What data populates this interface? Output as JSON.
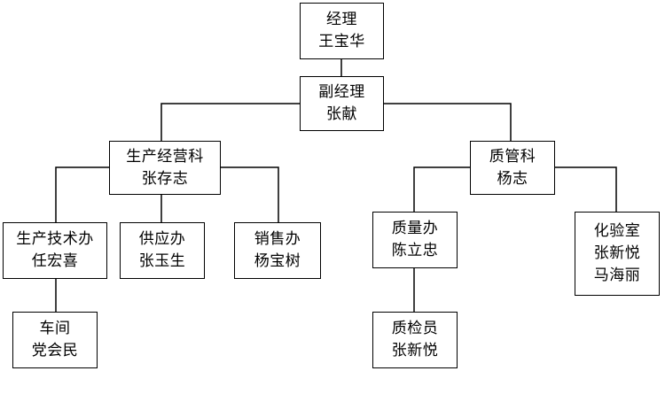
{
  "org_chart": {
    "manager": {
      "title": "经理",
      "names": [
        "王宝华"
      ]
    },
    "deputy": {
      "title": "副经理",
      "names": [
        "张献"
      ]
    },
    "prod_ops": {
      "title": "生产经营科",
      "names": [
        "张存志"
      ]
    },
    "quality": {
      "title": "质管科",
      "names": [
        "杨志"
      ]
    },
    "prod_tech": {
      "title": "生产技术办",
      "names": [
        "任宏喜"
      ]
    },
    "supply": {
      "title": "供应办",
      "names": [
        "张玉生"
      ]
    },
    "sales": {
      "title": "销售办",
      "names": [
        "杨宝树"
      ]
    },
    "qual_off": {
      "title": "质量办",
      "names": [
        "陈立忠"
      ]
    },
    "lab": {
      "title": "化验室",
      "names": [
        "张新悦",
        "马海丽"
      ]
    },
    "workshop": {
      "title": "车间",
      "names": [
        "党会民"
      ]
    },
    "inspector": {
      "title": "质检员",
      "names": [
        "张新悦"
      ]
    }
  },
  "colors": {
    "line": "#000000",
    "box_border": "#000000",
    "box_fill": "#ffffff",
    "text": "#000000"
  }
}
